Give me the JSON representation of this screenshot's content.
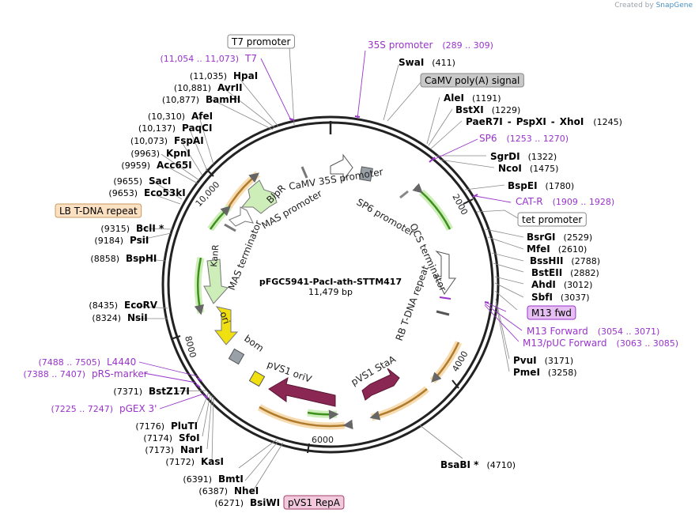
{
  "credit": {
    "prefix": "Created by",
    "brand": "SnapGene"
  },
  "plasmid": {
    "name": "pFGC5941-PacI-ath-STTM417",
    "length": "11,479 bp",
    "length_bp": 11479
  },
  "scale_ticks": [
    "2000",
    "4000",
    "6000",
    "8000",
    "10,000"
  ],
  "sites": [
    {
      "name": "SwaI",
      "pos": "(411)"
    },
    {
      "name": "AleI",
      "pos": "(1191)"
    },
    {
      "name": "BstXI",
      "pos": "(1229)"
    },
    {
      "name": "PaeR7I - PspXI - XhoI",
      "pos": "(1245)"
    },
    {
      "name": "SgrDI",
      "pos": "(1322)"
    },
    {
      "name": "NcoI",
      "pos": "(1475)"
    },
    {
      "name": "BspEI",
      "pos": "(1780)"
    },
    {
      "name": "BsrGI",
      "pos": "(2529)"
    },
    {
      "name": "MfeI",
      "pos": "(2610)"
    },
    {
      "name": "BssHII",
      "pos": "(2788)"
    },
    {
      "name": "BstEII",
      "pos": "(2882)"
    },
    {
      "name": "AhdI",
      "pos": "(3012)"
    },
    {
      "name": "SbfI",
      "pos": "(3037)"
    },
    {
      "name": "PvuI",
      "pos": "(3171)"
    },
    {
      "name": "PmeI",
      "pos": "(3258)"
    },
    {
      "name": "BsaBI *",
      "pos": "(4710)"
    },
    {
      "name": "BsiWI",
      "pos": "(6271)"
    },
    {
      "name": "NheI",
      "pos": "(6387)"
    },
    {
      "name": "BmtI",
      "pos": "(6391)"
    },
    {
      "name": "KasI",
      "pos": "(7172)"
    },
    {
      "name": "NarI",
      "pos": "(7173)"
    },
    {
      "name": "SfoI",
      "pos": "(7174)"
    },
    {
      "name": "PluTI",
      "pos": "(7176)"
    },
    {
      "name": "BstZ17I",
      "pos": "(7371)"
    },
    {
      "name": "NsiI",
      "pos": "(8324)"
    },
    {
      "name": "EcoRV",
      "pos": "(8435)"
    },
    {
      "name": "BspHI",
      "pos": "(8858)"
    },
    {
      "name": "PsiI",
      "pos": "(9184)"
    },
    {
      "name": "BclI *",
      "pos": "(9315)"
    },
    {
      "name": "Eco53kI",
      "pos": "(9653)"
    },
    {
      "name": "SacI",
      "pos": "(9655)"
    },
    {
      "name": "Acc65I",
      "pos": "(9959)"
    },
    {
      "name": "KpnI",
      "pos": "(9963)"
    },
    {
      "name": "FspAI",
      "pos": "(10,073)"
    },
    {
      "name": "PaqCI",
      "pos": "(10,137)"
    },
    {
      "name": "AfeI",
      "pos": "(10,310)"
    },
    {
      "name": "BamHI",
      "pos": "(10,877)"
    },
    {
      "name": "AvrII",
      "pos": "(10,881)"
    },
    {
      "name": "HpaI",
      "pos": "(11,035)"
    }
  ],
  "primers": [
    {
      "name": "T7",
      "range": "(11,054 .. 11,073)"
    },
    {
      "name": "35S promoter",
      "range": "(289 .. 309)"
    },
    {
      "name": "SP6",
      "range": "(1253 .. 1270)"
    },
    {
      "name": "CAT-R",
      "range": "(1909 .. 1928)"
    },
    {
      "name": "M13 Forward",
      "range": "(3054 .. 3071)"
    },
    {
      "name": "M13/pUC Forward",
      "range": "(3063 .. 3085)"
    },
    {
      "name": "L4440",
      "range": "(7488 .. 7505)"
    },
    {
      "name": "pRS-marker",
      "range": "(7388 .. 7407)"
    },
    {
      "name": "pGEX 3'",
      "range": "(7225 .. 7247)"
    }
  ],
  "boxed_labels": [
    "T7 promoter",
    "CaMV poly(A) signal",
    "tet promoter",
    "M13 fwd",
    "LB T-DNA repeat",
    "pVS1 RepA"
  ],
  "feature_labels": [
    "CaMV 35S promoter",
    "SP6 promoter",
    "OCS terminator",
    "RB T-DNA repeat",
    "pVS1 StaA",
    "pVS1 oriV",
    "bom",
    "ori",
    "KanR",
    "MAS terminator",
    "MAS promoter",
    "BlpR"
  ],
  "colors": {
    "enzyme": "#000000",
    "position": "#000000",
    "primer": "#9933cc",
    "backbone": "#000000",
    "green_feature": "#5cb82a",
    "orange_feature": "#d99a40",
    "maroon_feature": "#8a2752",
    "yellow_feature": "#f0e010",
    "gray_feature": "#9aa0a8"
  }
}
